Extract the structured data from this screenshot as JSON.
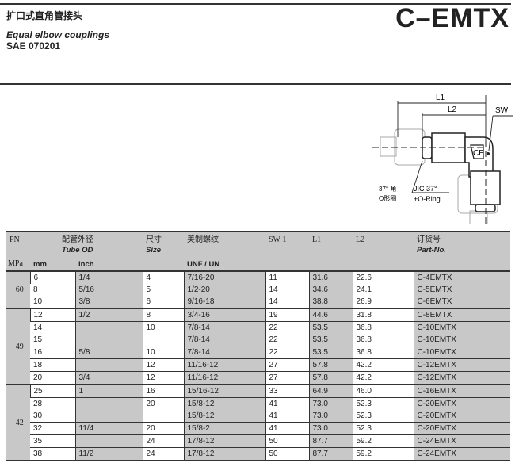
{
  "header": {
    "title_cn": "扩口式直角管接头",
    "code": "C–EMTX",
    "title_en": "Equal elbow couplings",
    "standard": "SAE 070201"
  },
  "diagram": {
    "l1": "L1",
    "l2": "L2",
    "sw": "SW",
    "ce": "CE",
    "note_cn_1": "37° 角",
    "note_cn_2": "O形圈",
    "note_en_1": "JIC 37°",
    "note_en_2": "+O-Ring"
  },
  "table": {
    "headers": {
      "pn": "PN",
      "mpa": "MPa",
      "tube_cn": "配管外径",
      "tube_en": "Tube OD",
      "mm": "mm",
      "inch": "inch",
      "size_cn": "尺寸",
      "size_en": "Size",
      "thread_cn": "美制螺纹",
      "thread_en": "UNF / UN",
      "sw1": "SW 1",
      "l1": "L1",
      "l2": "L2",
      "part_cn": "订货号",
      "part_en": "Part-No."
    },
    "groups": [
      {
        "pn": "60",
        "rows": [
          [
            "6",
            "1/4",
            "4",
            "7/16-20",
            "11",
            "31.6",
            "22.6",
            "C-4EMTX"
          ],
          [
            "8",
            "5/16",
            "5",
            "1/2-20",
            "14",
            "34.6",
            "24.1",
            "C-5EMTX"
          ],
          [
            "10",
            "3/8",
            "6",
            "9/16-18",
            "14",
            "38.8",
            "26.9",
            "C-6EMTX"
          ]
        ]
      },
      {
        "pn": "49",
        "rows": [
          [
            "12",
            "1/2",
            "8",
            "3/4-16",
            "19",
            "44.6",
            "31.8",
            "C-8EMTX"
          ],
          [
            "14",
            "",
            "10",
            "7/8-14",
            "22",
            "53.5",
            "36.8",
            "C-10EMTX"
          ],
          [
            "15",
            "",
            "",
            "7/8-14",
            "22",
            "53.5",
            "36.8",
            "C-10EMTX"
          ],
          [
            "16",
            "5/8",
            "10",
            "7/8-14",
            "22",
            "53.5",
            "36.8",
            "C-10EMTX"
          ],
          [
            "18",
            "",
            "12",
            "11/16-12",
            "27",
            "57.8",
            "42.2",
            "C-12EMTX"
          ],
          [
            "20",
            "3/4",
            "12",
            "11/16-12",
            "27",
            "57.8",
            "42.2",
            "C-12EMTX"
          ]
        ]
      },
      {
        "pn": "42",
        "rows": [
          [
            "25",
            "1",
            "16",
            "15/16-12",
            "33",
            "64.9",
            "46.0",
            "C-16EMTX"
          ],
          [
            "28",
            "",
            "20",
            "15/8-12",
            "41",
            "73.0",
            "52.3",
            "C-20EMTX"
          ],
          [
            "30",
            "",
            "",
            "15/8-12",
            "41",
            "73.0",
            "52.3",
            "C-20EMTX"
          ],
          [
            "32",
            "11/4",
            "20",
            "15/8-2",
            "41",
            "73.0",
            "52.3",
            "C-20EMTX"
          ],
          [
            "35",
            "",
            "24",
            "17/8-12",
            "50",
            "87.7",
            "59.2",
            "C-24EMTX"
          ],
          [
            "38",
            "11/2",
            "24",
            "17/8-12",
            "50",
            "87.7",
            "59.2",
            "C-24EMTX"
          ]
        ]
      }
    ]
  }
}
